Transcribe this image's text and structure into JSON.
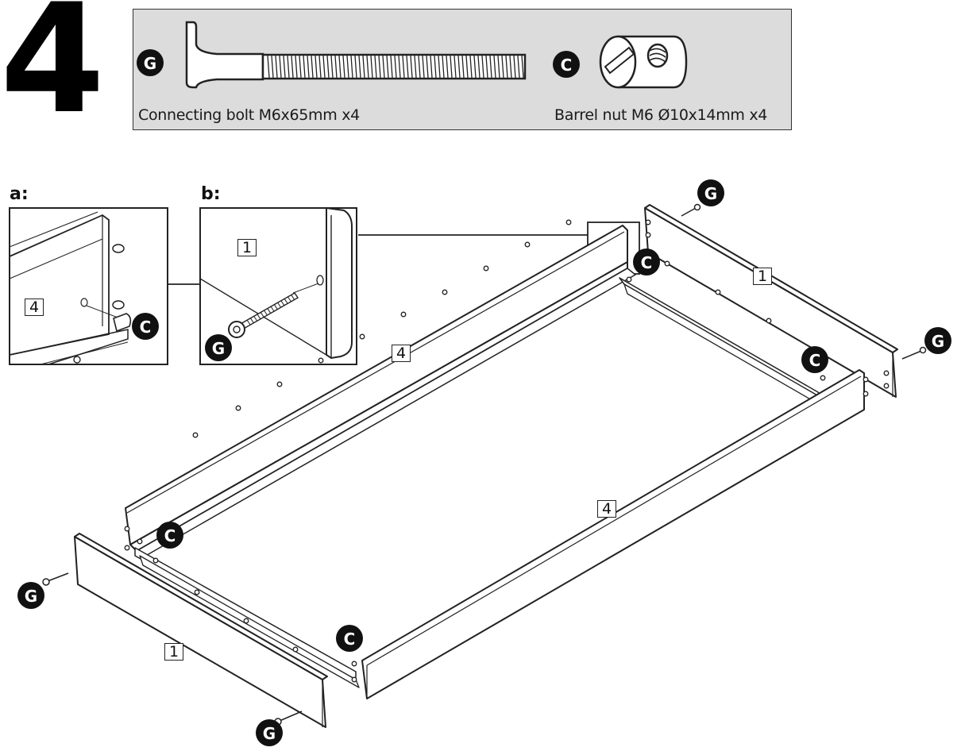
{
  "step": {
    "number": "4"
  },
  "parts": {
    "bolt": {
      "code": "G",
      "label": "Connecting bolt M6x65mm x4"
    },
    "nut": {
      "code": "C",
      "label": "Barrel nut M6 Ø10x14mm x4"
    }
  },
  "details": {
    "a": {
      "title": "a:",
      "panel": "4",
      "badge": "C"
    },
    "b": {
      "title": "b:",
      "panel": "1",
      "badge": "G"
    }
  },
  "assembly": {
    "panel_front_side": "1",
    "panel_back_side": "1",
    "panel_long_back": "4",
    "panel_long_front": "4",
    "badge_bolt": "G",
    "badge_nut": "C"
  }
}
